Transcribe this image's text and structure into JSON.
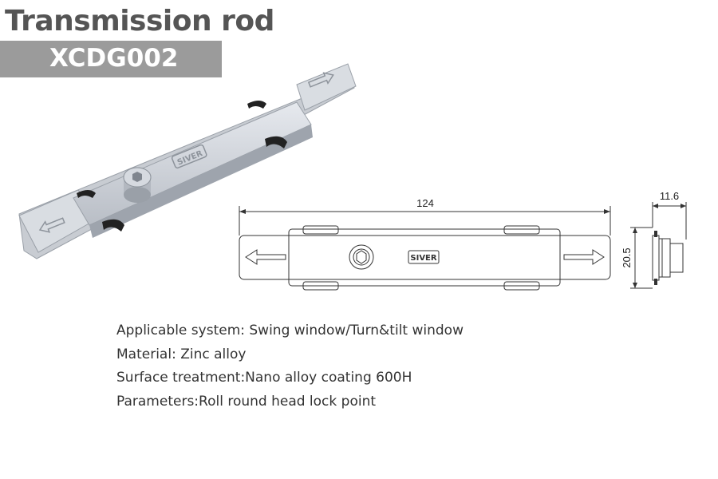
{
  "header": {
    "title": "Transmission rod",
    "model_code": "XCDG002",
    "code_bar_color": "#9b9b9b"
  },
  "product_image": {
    "logo_text": "SIVER",
    "icons": [
      "left-arrow-icon",
      "right-arrow-icon",
      "hex-screw-icon"
    ]
  },
  "drawing": {
    "length_label": "124",
    "height_label": "20.5",
    "depth_label": "11.6",
    "logo_text": "SIVER"
  },
  "specs": [
    "Applicable system: Swing window/Turn&tilt window",
    "Material: Zinc alloy",
    "Surface treatment:Nano alloy coating 600H",
    "Parameters:Roll round head lock point"
  ]
}
